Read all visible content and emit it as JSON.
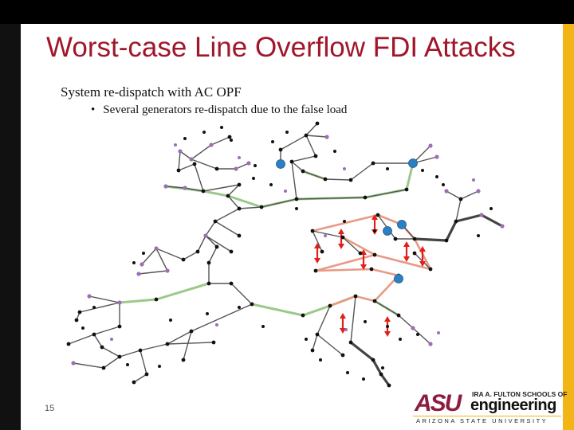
{
  "slide": {
    "title": "Worst-case Line Overflow FDI Attacks",
    "bullet_1": "System re-dispatch with AC OPF",
    "bullet_2_marker": "•",
    "bullet_2": "Several generators re-dispatch due to the false load",
    "page_number": "15"
  },
  "logo": {
    "mark": "ASU",
    "school": "IRA A. FULTON SCHOOLS OF",
    "word": "engineering",
    "university": "ARIZONA STATE UNIVERSITY"
  },
  "colors": {
    "title": "#a0162a",
    "heavy_line": "#555555",
    "light_line": "#9cc98a",
    "overflow_line": "#e89a86",
    "arrow": "#e0201a",
    "bus": "#111111",
    "load_bus": "#9b6fb5",
    "generator": "#2d7fc4",
    "logo_maroon": "#8c1d40",
    "logo_gold": "#f2b515"
  }
}
